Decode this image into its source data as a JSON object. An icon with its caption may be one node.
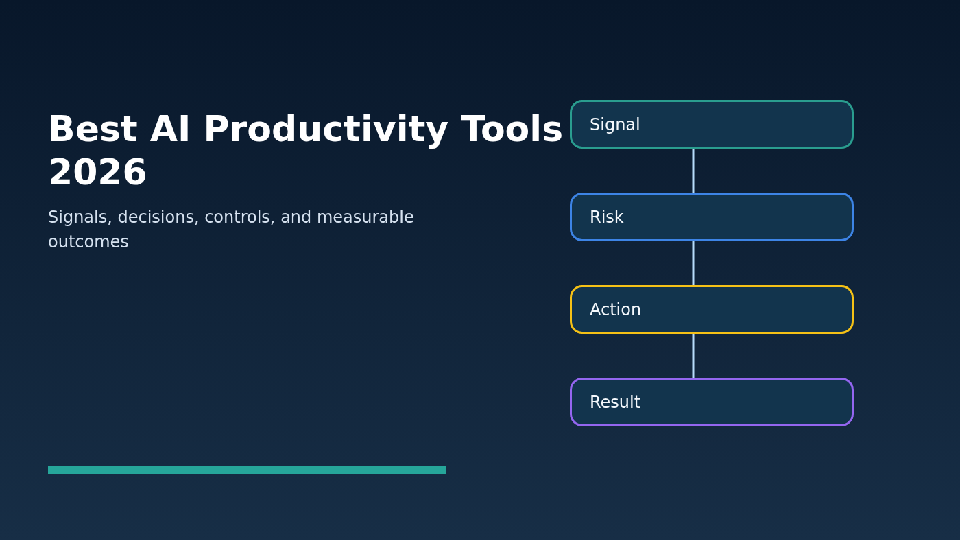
{
  "diagram": {
    "title": "Best AI Productivity Tools 2026",
    "nodes": [
      {
        "text": [
          "Signal"
        ]
      },
      {
        "text": [
          "Risk"
        ]
      },
      {
        "text": [
          "Action"
        ]
      },
      {
        "text": [
          "Result"
        ]
      }
    ],
    "edges": [
      {
        "from": 0,
        "to": 1,
        "arrow": "none"
      },
      {
        "from": 1,
        "to": 2,
        "arrow": "none"
      },
      {
        "from": 2,
        "to": 3,
        "arrow": "none"
      }
    ],
    "labels": [
      "Signals, decisions, controls, and measurable outcomes"
    ]
  }
}
